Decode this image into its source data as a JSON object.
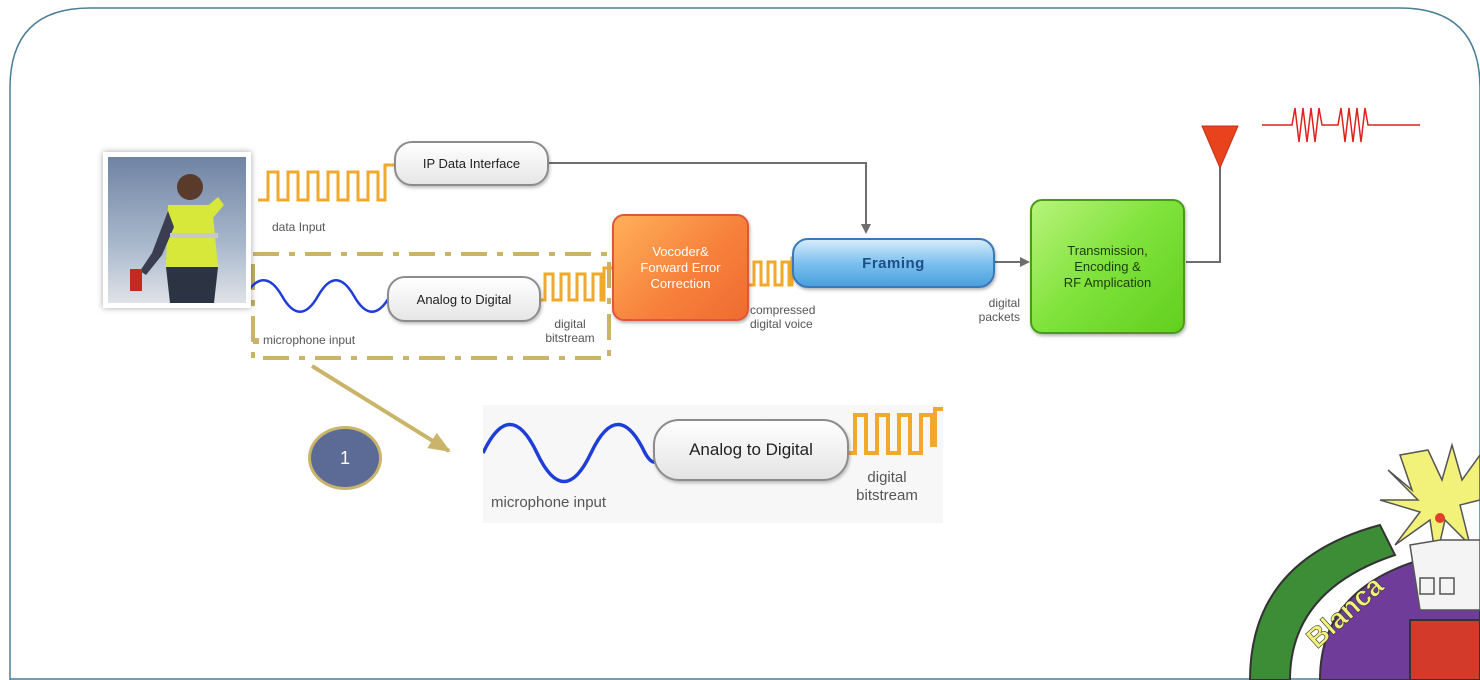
{
  "blocks": {
    "ip_data_interface": "IP Data Interface",
    "analog_to_digital": "Analog to Digital",
    "vocoder": [
      "Vocoder&",
      "Forward Error",
      "Correction"
    ],
    "framing": "Framing",
    "transmission": [
      "Transmission,",
      "Encoding &",
      "RF Amplication"
    ]
  },
  "labels": {
    "data_input": "data Input",
    "microphone_input": "microphone input",
    "digital_bitstream": [
      "digital",
      "bitstream"
    ],
    "compressed_digital_voice": [
      "compressed",
      "digital voice"
    ],
    "digital_packets": [
      "digital",
      "packets"
    ]
  },
  "zoom": {
    "analog_to_digital": "Analog to Digital",
    "microphone_input": "microphone input",
    "digital_bitstream": [
      "digital",
      "bitstream"
    ]
  },
  "callout_number": "1",
  "logo_text": "Blanca",
  "colors": {
    "frame_border": "#4a7d96",
    "signal_square": "#f0a92a",
    "signal_sine": "#1f3ed8",
    "arrow": "#6e6e6e",
    "highlight_dash": "#c9b46a",
    "antenna": "#e8431c",
    "rf_wave": "#e02020",
    "vocoder_fill": "#f7823c",
    "framing_fill": "#4aa0de",
    "transmission_fill": "#7ee23a",
    "badge_fill": "#5b6b96"
  }
}
